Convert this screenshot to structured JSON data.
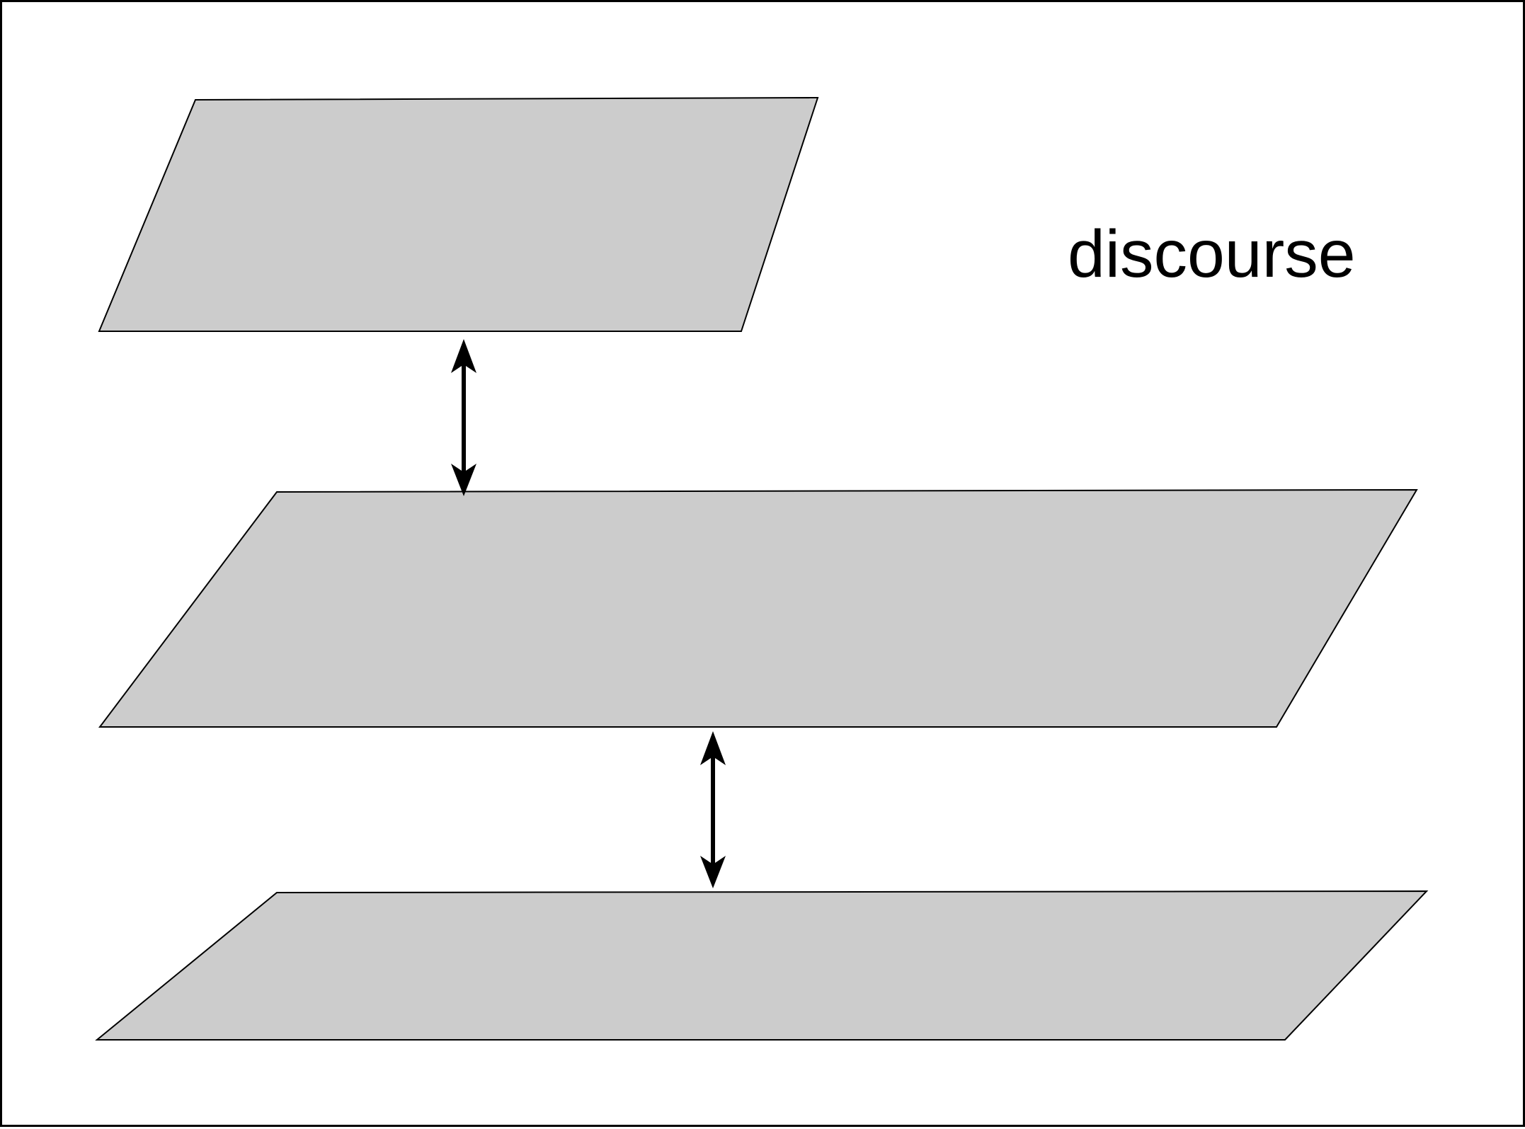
{
  "diagram": {
    "label": "discourse",
    "colors": {
      "plane_fill": "#cccccc",
      "stroke": "#000000",
      "background": "#ffffff"
    },
    "planes": [
      {
        "id": "top"
      },
      {
        "id": "middle"
      },
      {
        "id": "bottom"
      }
    ],
    "connectors": [
      {
        "from": "top",
        "to": "middle",
        "direction": "bidirectional"
      },
      {
        "from": "middle",
        "to": "bottom",
        "direction": "bidirectional"
      }
    ]
  }
}
